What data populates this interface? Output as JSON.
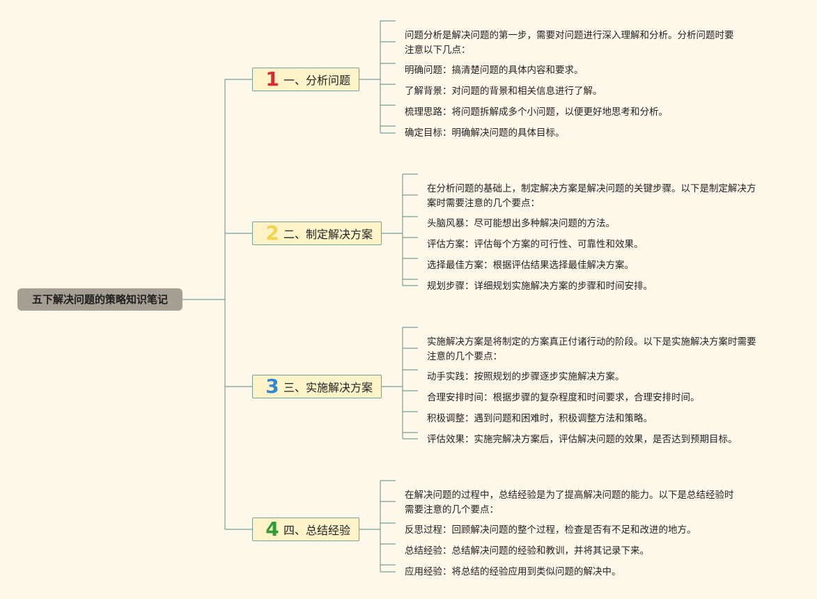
{
  "root": {
    "label": "五下解决问题的策略知识笔记"
  },
  "colors": {
    "line": "#7a9e98",
    "num1": "#e0282e",
    "num2": "#f3d34a",
    "num3": "#2e88d4",
    "num4": "#2f9c34"
  },
  "branches": [
    {
      "number": "1",
      "label": "一、分析问题",
      "items": [
        "问题分析是解决问题的第一步，需要对问题进行深入理解和分析。分析问题时要\n注意以下几点：",
        "明确问题：搞清楚问题的具体内容和要求。",
        "了解背景：对问题的背景和相关信息进行了解。",
        "梳理思路：将问题拆解成多个小问题，以便更好地思考和分析。",
        "确定目标：明确解决问题的具体目标。"
      ]
    },
    {
      "number": "2",
      "label": "二、制定解决方案",
      "items": [
        "在分析问题的基础上，制定解决方案是解决问题的关键步骤。以下是制定解决方\n案时需要注意的几个要点：",
        "头脑风暴：尽可能想出多种解决问题的方法。",
        "评估方案：评估每个方案的可行性、可靠性和效果。",
        "选择最佳方案：根据评估结果选择最佳解决方案。",
        "规划步骤：详细规划实施解决方案的步骤和时间安排。"
      ]
    },
    {
      "number": "3",
      "label": "三、实施解决方案",
      "items": [
        "实施解决方案是将制定的方案真正付诸行动的阶段。以下是实施解决方案时需要\n注意的几个要点：",
        "动手实践：按照规划的步骤逐步实施解决方案。",
        "合理安排时间：根据步骤的复杂程度和时间要求，合理安排时间。",
        "积极调整：遇到问题和困难时，积极调整方法和策略。",
        "评估效果：实施完解决方案后，评估解决问题的效果，是否达到预期目标。"
      ]
    },
    {
      "number": "4",
      "label": "四、总结经验",
      "items": [
        "在解决问题的过程中，总结经验是为了提高解决问题的能力。以下是总结经验时\n需要注意的几个要点：",
        "反思过程：回顾解决问题的整个过程，检查是否有不足和改进的地方。",
        "总结经验：总结解决问题的经验和教训，并将其记录下来。",
        "应用经验：将总结的经验应用到类似问题的解决中。"
      ]
    }
  ]
}
